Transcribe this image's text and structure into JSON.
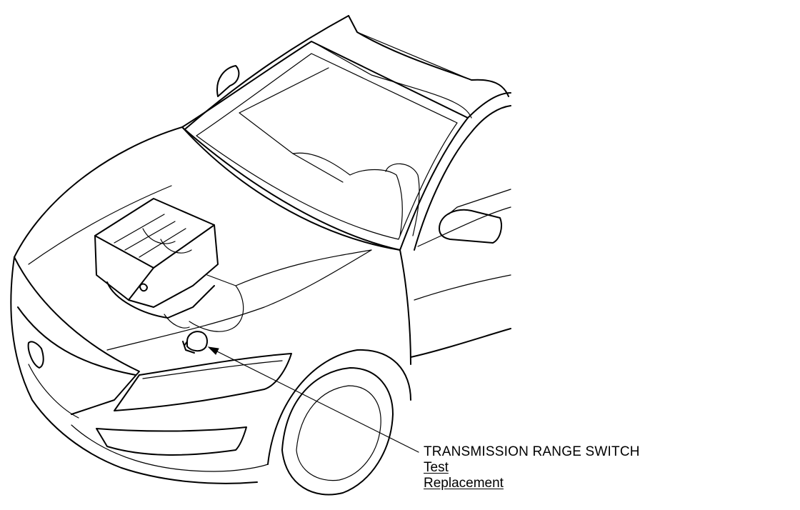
{
  "callout": {
    "title": "TRANSMISSION RANGE SWITCH",
    "links": [
      {
        "label": "Test"
      },
      {
        "label": "Replacement"
      }
    ]
  },
  "colors": {
    "line": "#000000",
    "background": "#ffffff"
  }
}
